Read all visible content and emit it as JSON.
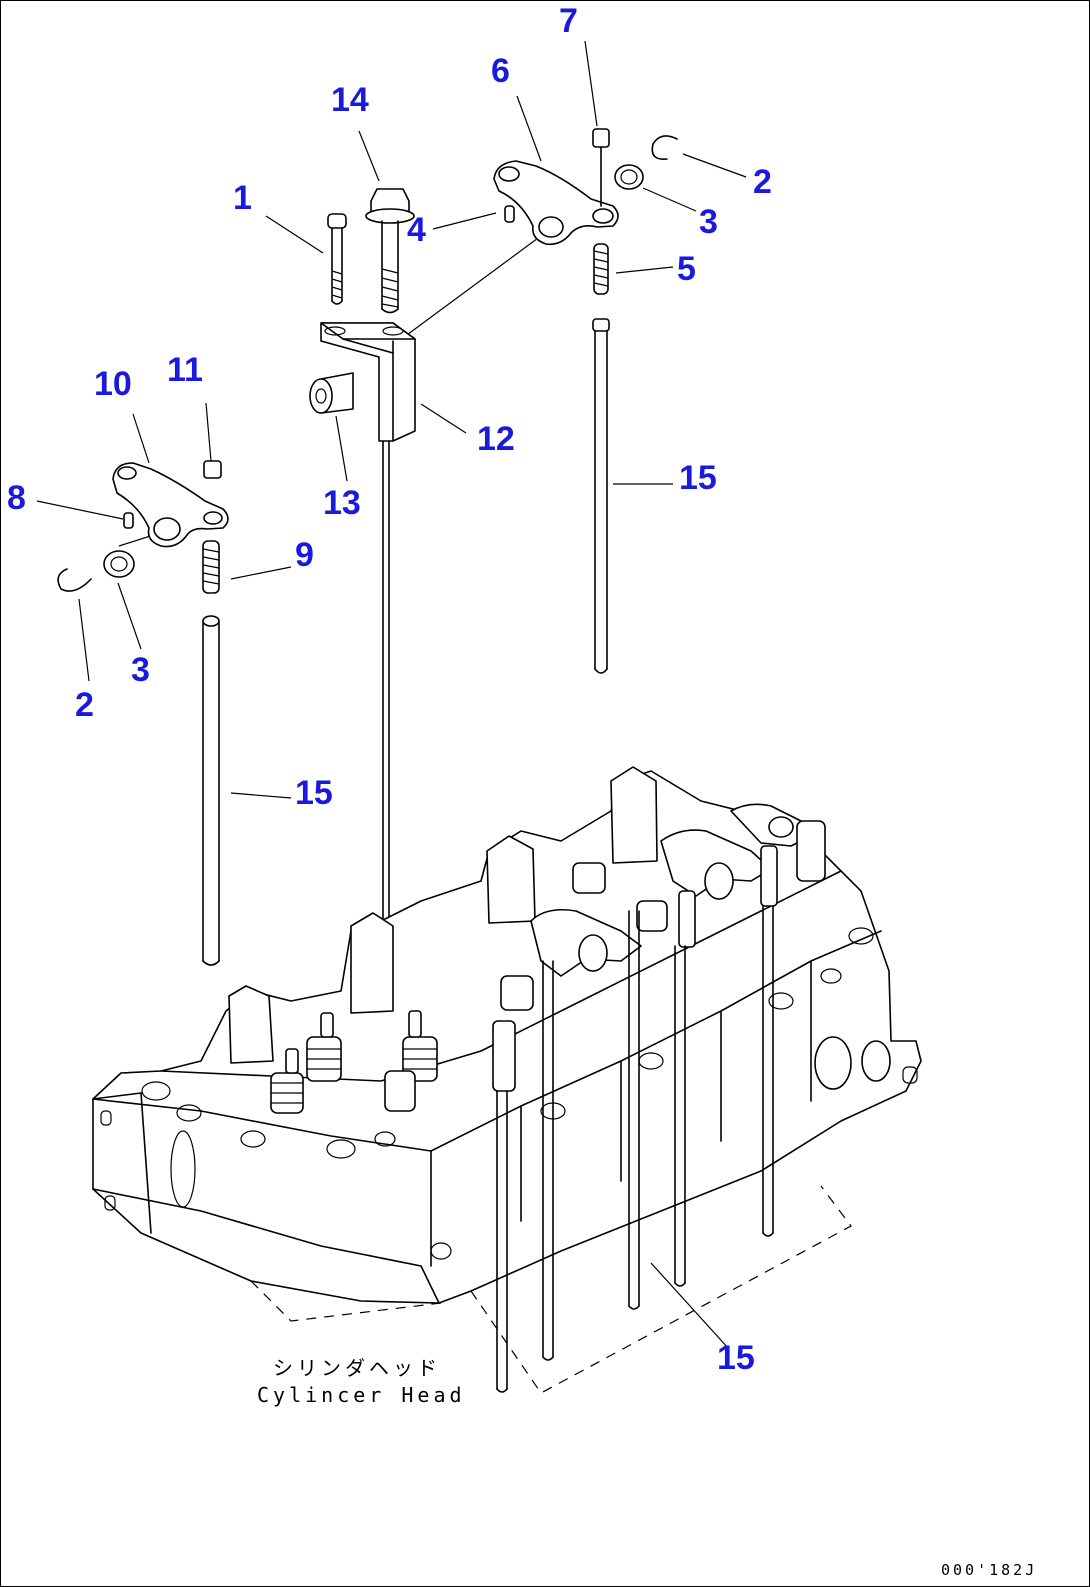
{
  "diagram": {
    "callouts": [
      {
        "id": "c1",
        "text": "1"
      },
      {
        "id": "c14",
        "text": "14"
      },
      {
        "id": "c4",
        "text": "4"
      },
      {
        "id": "c6",
        "text": "6"
      },
      {
        "id": "c7",
        "text": "7"
      },
      {
        "id": "c2a",
        "text": "2"
      },
      {
        "id": "c3a",
        "text": "3"
      },
      {
        "id": "c5",
        "text": "5"
      },
      {
        "id": "c10",
        "text": "10"
      },
      {
        "id": "c11",
        "text": "11"
      },
      {
        "id": "c8",
        "text": "8"
      },
      {
        "id": "c12",
        "text": "12"
      },
      {
        "id": "c13",
        "text": "13"
      },
      {
        "id": "c15a",
        "text": "15"
      },
      {
        "id": "c9",
        "text": "9"
      },
      {
        "id": "c3b",
        "text": "3"
      },
      {
        "id": "c2b",
        "text": "2"
      },
      {
        "id": "c15b",
        "text": "15"
      },
      {
        "id": "c15c",
        "text": "15"
      }
    ],
    "caption_jp": "シリンダヘッド",
    "caption_en": "Cylincer Head",
    "drawing_code": "000'182J"
  }
}
